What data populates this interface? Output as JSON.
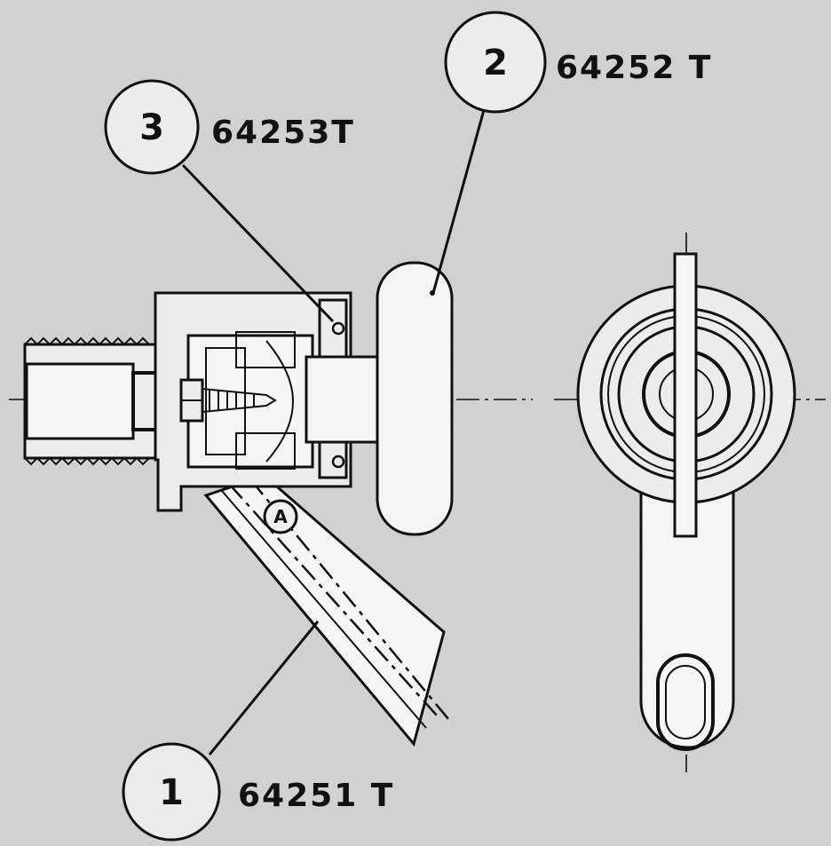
{
  "callouts": [
    {
      "num": "1",
      "code": "64251 T"
    },
    {
      "num": "2",
      "code": "64252 T"
    },
    {
      "num": "3",
      "code": "64253T"
    }
  ],
  "section_marker": "A"
}
